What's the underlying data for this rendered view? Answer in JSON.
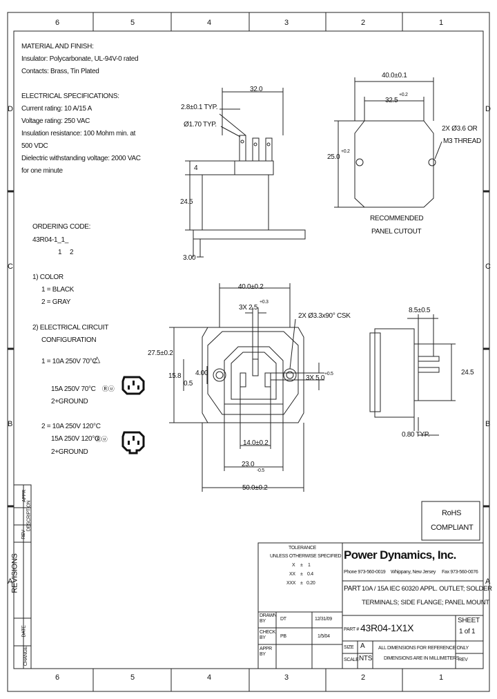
{
  "border": {
    "columns": [
      "6",
      "5",
      "4",
      "3",
      "2",
      "1"
    ],
    "rows": [
      "D",
      "C",
      "B",
      "A"
    ]
  },
  "notes": {
    "material_title": "MATERIAL AND FINISH:",
    "material_lines": [
      "Insulator: Polycarbonate, UL-94V-0 rated",
      "Contacts: Brass, Tin Plated"
    ],
    "electrical_title": "ELECTRICAL SPECIFICATIONS:",
    "electrical_lines": [
      "Current rating: 10 A/15 A",
      "Voltage rating: 250 VAC",
      "Insulation resistance: 100 Mohm min. at",
      "500 VDC",
      "Dielectric withstanding voltage: 2000 VAC",
      "for one minute"
    ]
  },
  "ordering": {
    "title": "ORDERING CODE:",
    "code": "43R04-1_1_",
    "positions": [
      "1",
      "2"
    ],
    "color_title": "1) COLOR",
    "color_options": [
      "1 = BLACK",
      "2 = GRAY"
    ],
    "circuit_title": "2) ELECTRICAL CIRCUIT",
    "circuit_title2": "CONFIGURATION",
    "option1": [
      "1 = 10A 250V 70°C",
      "15A 250V 70°C",
      "2+GROUND"
    ],
    "option2": [
      "2 = 10A 250V 120°C",
      "15A 250V 120°C",
      "2+GROUND"
    ]
  },
  "dimensions": {
    "side_top_width": "32.0",
    "pin_pitch": "2.8±0.1 TYP.",
    "pin_dia": "Ø1.70 TYP.",
    "pin_len": "4",
    "body_height": "24.5",
    "flange": "3.00",
    "cutout_width": "40.0±0.1",
    "cutout_inner": "32.5",
    "cutout_inner_tol": "+0.2",
    "cutout_height": "25.0",
    "cutout_height_tol": "+0.2",
    "holes": "2X Ø3.6 OR",
    "holes2": "M3 THREAD",
    "cutout_caption1": "RECOMMENDED",
    "cutout_caption2": "PANEL CUTOUT",
    "front_width": "40.0±0.2",
    "slot_width": "3X 2.5",
    "slot_width_tol": "+0.3",
    "csk": "2X Ø3.3x90° CSK",
    "front_height": "27.5±0.2",
    "left_1": "15.8",
    "left_2": "4.00",
    "left_3": "0.5",
    "slot_len": "3X 5.0",
    "slot_len_tol": "+0.5",
    "inner_1": "14.0±0.2",
    "inner_2": "23.0",
    "inner_2_tol": "-0.5",
    "overall": "50.0±0.2",
    "side2_top": "8.5±0.5",
    "side2_h": "24.5",
    "side2_typ": "0.80 TYP."
  },
  "rohs": [
    "RoHS",
    "COMPLIANT"
  ],
  "revisions": {
    "title": "REVISIONS",
    "cols": [
      "APPR",
      "DESCRIPTION",
      "REV",
      "DATE",
      "CHANGE"
    ]
  },
  "title_block": {
    "tolerance_title": "TOLERANCE",
    "tolerance_sub": "UNLESS OTHERWISE SPECIFIED",
    "tol_rows": [
      [
        "X",
        "±",
        "1"
      ],
      [
        "XX",
        "±",
        "0.4"
      ],
      [
        "XXX",
        "±",
        "0.20"
      ]
    ],
    "company": "Power Dynamics, Inc.",
    "phone": "Phone 973-560-0019",
    "city": "Whippany, New Jersey",
    "fax": "Fax 973-560-0076",
    "part_label": "PART",
    "part_desc1": "10A / 15A IEC 60320 APPL. OUTLET; SOLDER",
    "part_desc2": "TERMINALS; SIDE FLANGE; PANEL MOUNT",
    "drawn_label": "DRAWN BY",
    "drawn_by": "DT",
    "drawn_date": "12/31/09",
    "check_label": "CHECK BY",
    "check_by": "PB",
    "check_date": "1/5/04",
    "appr_label": "APPR BY",
    "part_no_label": "PART #",
    "part_no": "43R04-1X1X",
    "sheet_label": "SHEET",
    "sheet": "1 of 1",
    "size_label": "SIZE",
    "size": "A",
    "scale_label": "SCALE",
    "scale": "NTS",
    "note1": "ALL DIMENSIONS FOR REFERENCE ONLY",
    "note2": "DIMENSIONS ARE IN MILLIMETERS",
    "rev_label": "REV"
  }
}
